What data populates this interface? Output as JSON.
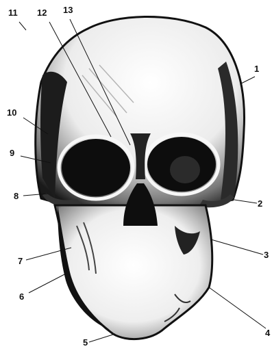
{
  "labels": {
    "l1": "1",
    "l2": "2",
    "l3": "3",
    "l4": "4",
    "l5": "5",
    "l6": "6",
    "l7": "7",
    "l8": "8",
    "l9": "9",
    "l10": "10",
    "l11": "11",
    "l12": "12",
    "l13": "13"
  },
  "colors": {
    "ink": "#111111",
    "bone": "#f4f4f4",
    "background": "#ffffff"
  }
}
